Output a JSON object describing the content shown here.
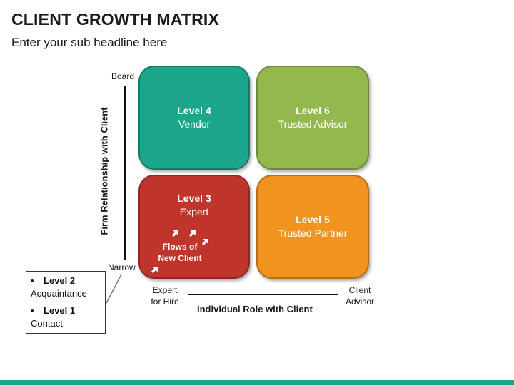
{
  "header": {
    "title": "CLIENT GROWTH MATRIX",
    "subtitle": "Enter your sub headline here"
  },
  "matrix": {
    "tiles": [
      {
        "level": "Level 4",
        "name": "Vendor",
        "color": "#1ba58a"
      },
      {
        "level": "Level 6",
        "name": "Trusted Advisor",
        "color": "#93b84e"
      },
      {
        "level": "Level 3",
        "name": "Expert",
        "color": "#c0352b"
      },
      {
        "level": "Level 5",
        "name": "Trusted Partner",
        "color": "#f0941f"
      }
    ],
    "flows_label_line1": "Flows of",
    "flows_label_line2": "New Client"
  },
  "axes": {
    "y_title": "Firm Relationship with Client",
    "y_top": "Board",
    "y_bottom": "Narrow",
    "x_title": "Individual Role with Client",
    "x_left_line1": "Expert",
    "x_left_line2": "for Hire",
    "x_right_line1": "Client",
    "x_right_line2": "Advisor"
  },
  "legend": {
    "items": [
      {
        "bullet": "•",
        "level": "Level 2",
        "name": "Acquaintance"
      },
      {
        "bullet": "•",
        "level": "Level 1",
        "name": "Contact"
      }
    ]
  },
  "colors": {
    "accent_bar": "#1ba58a"
  }
}
